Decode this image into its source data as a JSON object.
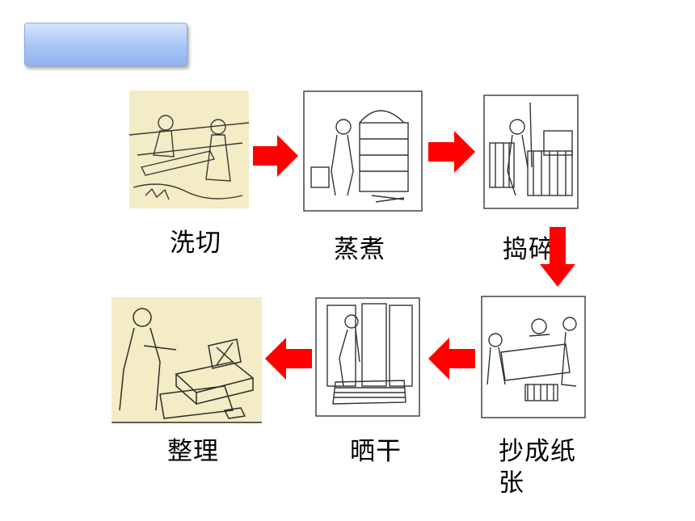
{
  "title_box": {
    "text": ""
  },
  "steps": [
    {
      "id": "wash-cut",
      "label": "洗切"
    },
    {
      "id": "steam-boil",
      "label": "蒸煮"
    },
    {
      "id": "pound",
      "label": "捣碎"
    },
    {
      "id": "make-sheets",
      "label": "抄成纸\n张"
    },
    {
      "id": "sun-dry",
      "label": "晒干"
    },
    {
      "id": "arrange",
      "label": "整理"
    }
  ],
  "colors": {
    "arrow": "#ff0000",
    "title_box": "#a8c6f4",
    "ink": "#333333",
    "aged_paper": "#f3ecc4"
  }
}
